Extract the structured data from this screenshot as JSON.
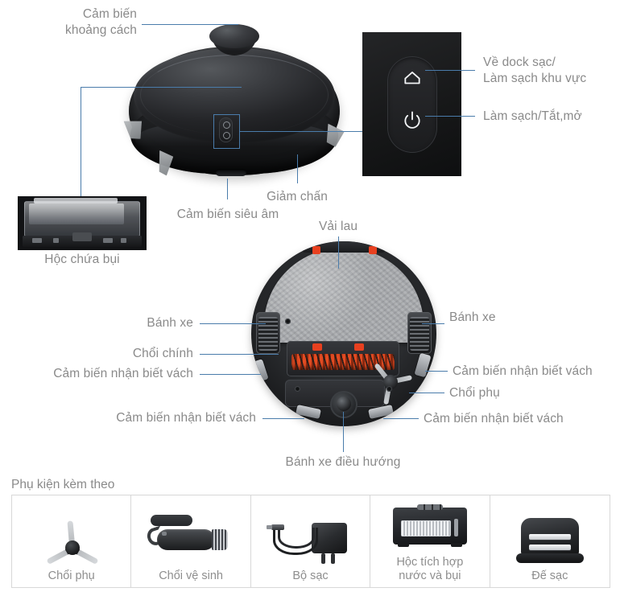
{
  "diagram": {
    "title": "Robot vacuum product callout diagram",
    "accent_line_color": "#4a7cab",
    "label_color": "#8a8a8a"
  },
  "callouts": {
    "distance_sensor": "Cảm biến\nkhoảng cách",
    "dustbin": "Hộc chứa bụi",
    "ultrasonic_sensor": "Cảm biến siêu âm",
    "bumper": "Giảm chấn",
    "dock_return": "Về dock sạc/\nLàm sạch khu vực",
    "clean_power": "Làm sạch/Tắt,mở",
    "mop_cloth": "Vải lau",
    "wheel_left": "Bánh xe",
    "wheel_right": "Bánh xe",
    "main_brush": "Chổi chính",
    "cliff_sensor_left_upper": "Cảm biến nhận biết vách",
    "cliff_sensor_left_lower": "Cảm biến nhận biết vách",
    "cliff_sensor_right_upper": "Cảm biến nhận biết vách",
    "cliff_sensor_right_lower": "Cảm biến nhận biết vách",
    "side_brush": "Chổi phụ",
    "caster_wheel": "Bánh xe điều hướng"
  },
  "control_panel": {
    "home_icon": "home-icon",
    "power_icon": "power-icon"
  },
  "accessories": {
    "title": "Phụ kiện kèm theo",
    "items": [
      {
        "label": "Chổi phụ",
        "icon": "side-brush"
      },
      {
        "label": "Chổi vệ sinh",
        "icon": "cleaning-brush"
      },
      {
        "label": "Bộ sạc",
        "icon": "charger-adapter"
      },
      {
        "label": "Hộc tích hợp\nnước và bụi",
        "icon": "water-dust-bin"
      },
      {
        "label": "Đế sạc",
        "icon": "charging-dock"
      }
    ]
  }
}
